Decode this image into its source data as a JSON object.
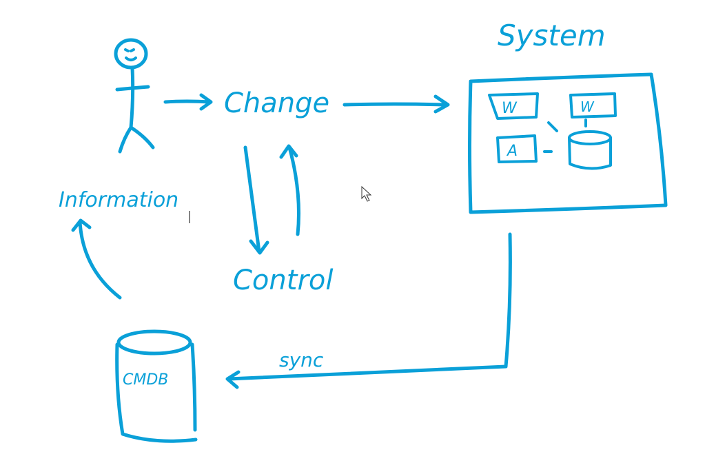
{
  "title": "System",
  "labels": {
    "change": "Change",
    "control": "Control",
    "information": "Information",
    "sync": "sync",
    "cmdb": "CMDB"
  },
  "system_boxes": {
    "w1": "W",
    "w2": "W",
    "a": "A"
  },
  "colors": {
    "ink": "#0aa0d8"
  }
}
